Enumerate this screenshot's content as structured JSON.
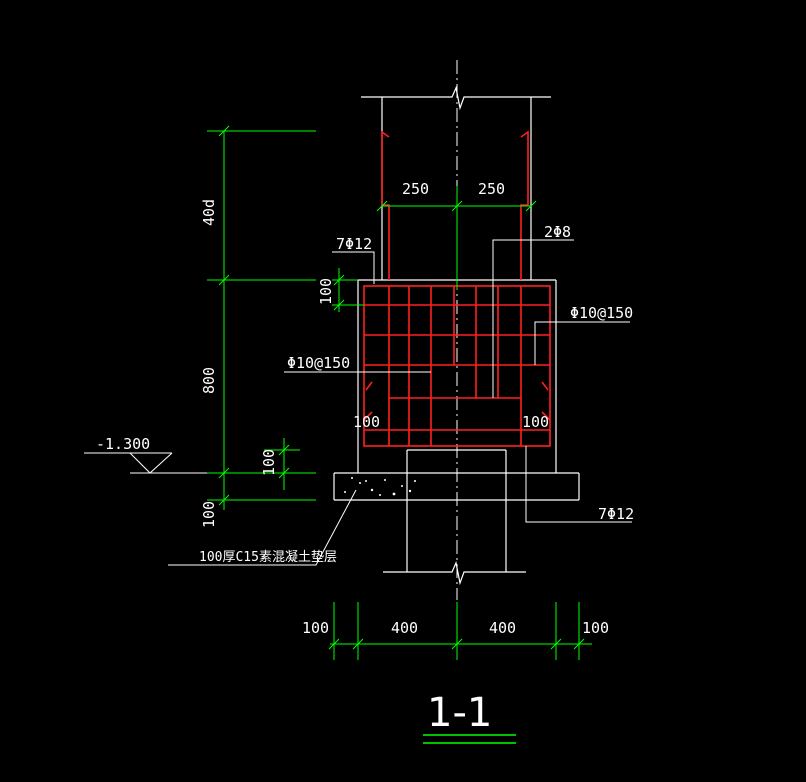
{
  "drawing": {
    "section_title": "1-1",
    "labels": {
      "top_bar": "7Φ12",
      "stirrup_top": "2Φ8",
      "stirrup_right": "Φ10@150",
      "stirrup_left": "Φ10@150",
      "bottom_bar": "7Φ12",
      "cushion": "100厚C15素混凝土垫层",
      "elevation": "-1.300"
    },
    "dimensions": {
      "anchor_length": "40d",
      "beam_depth": "800",
      "top_cover": "100",
      "cushion_thickness_a": "100",
      "cushion_thickness_b": "100",
      "inner_left": "100",
      "inner_right": "100",
      "col_half_left": "250",
      "col_half_right": "250",
      "width_left_ext": "100",
      "width_left": "400",
      "width_right": "400",
      "width_right_ext": "100"
    },
    "colors": {
      "outline": "#ffffff",
      "rebar": "#ff2020",
      "dimension": "#00ff00",
      "centerline": "#ffffff"
    }
  }
}
